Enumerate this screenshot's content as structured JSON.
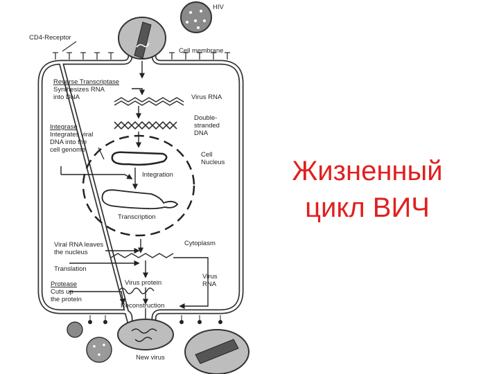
{
  "title": {
    "line1": "Жизненный",
    "line2": "цикл ВИЧ"
  },
  "labels": {
    "hiv": "HIV",
    "cd4_receptor": "CD4-Receptor",
    "cell_membrane": "Cell membrane",
    "reverse_transcriptase_1": "Reverse Transcriptase",
    "reverse_transcriptase_2": "Synthesizes RNA",
    "reverse_transcriptase_3": "into DNA",
    "virus_rna": "Virus RNA",
    "double_stranded_1": "Double-",
    "double_stranded_2": "stranded",
    "double_stranded_3": "DNA",
    "integrase_1": "Integrase",
    "integrase_2": "Integrates viral",
    "integrase_3": "DNA into the",
    "integrase_4": "cell genome",
    "cell_nucleus_1": "Cell",
    "cell_nucleus_2": "Nucleus",
    "integration": "Integration",
    "transcription": "Transcription",
    "viral_rna_leaves_1": "Viral RNA leaves",
    "viral_rna_leaves_2": "the nucleus",
    "cytoplasm": "Cytoplasm",
    "translation": "Translation",
    "virus_rna_2_1": "Virus",
    "virus_rna_2_2": "RNA",
    "protease_1": "Protease",
    "protease_2": "Cuts up",
    "protease_3": "the protein",
    "virus_protein": "Virus protein",
    "reconstruction": "Reconstruction",
    "new_virus": "New virus"
  },
  "colors": {
    "title": "#e02020",
    "line": "#333333",
    "membrane_fill": "#bdbdbd",
    "virus_fill": "#8a8a8a"
  }
}
